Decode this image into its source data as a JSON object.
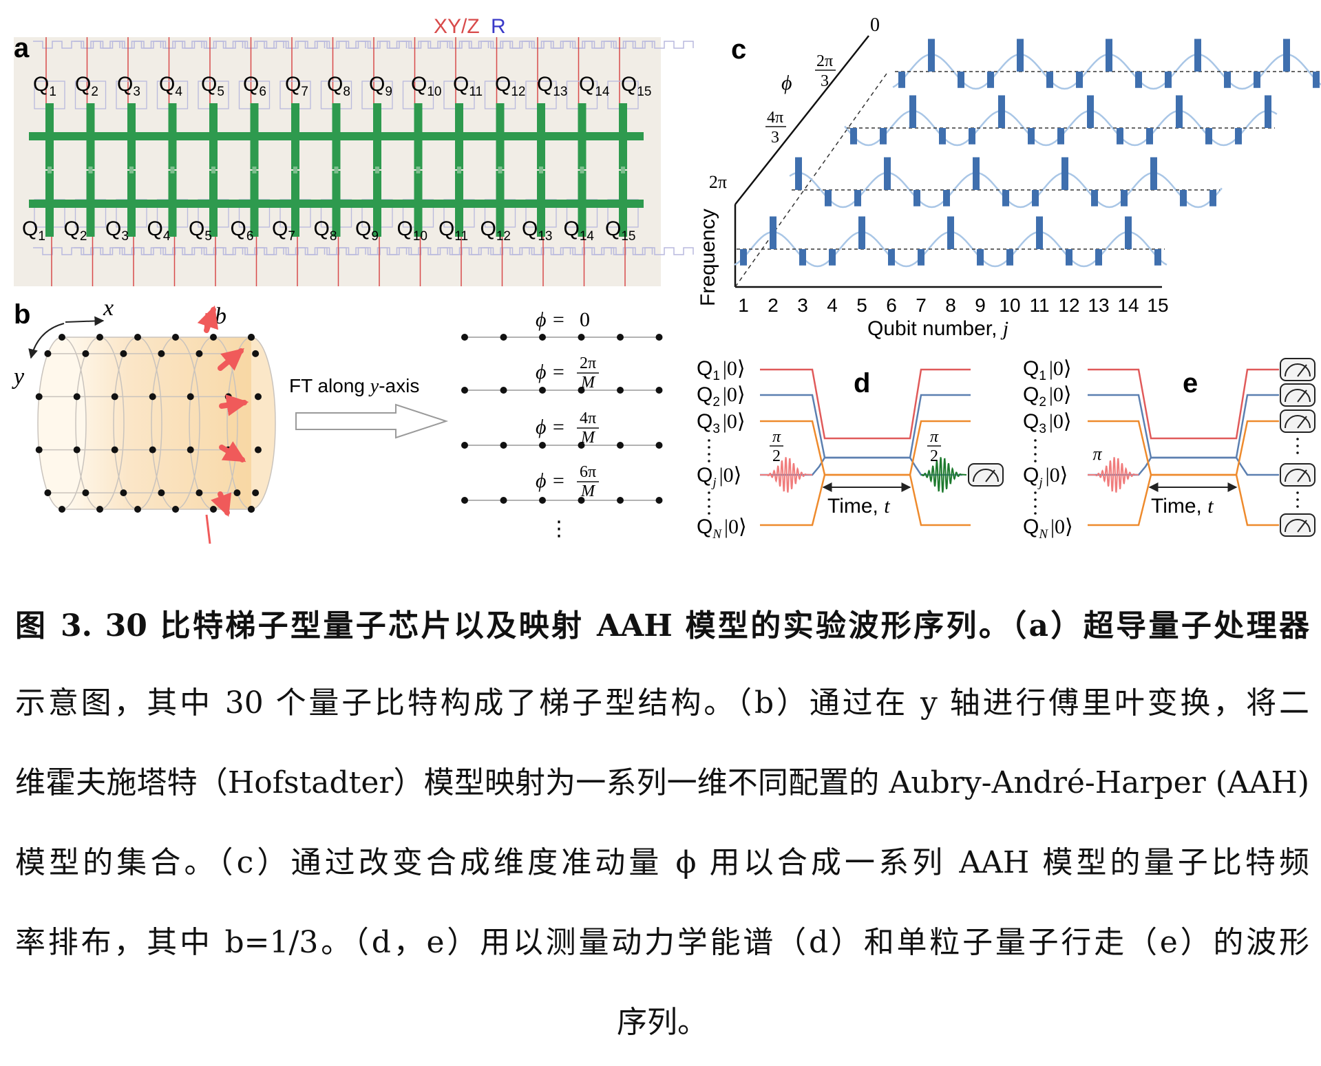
{
  "figure": {
    "panel_labels": {
      "a": "a",
      "b": "b",
      "c": "c",
      "d": "d",
      "e": "e"
    },
    "panel_a": {
      "line_legend": {
        "xyz": "XY/Z",
        "r": "R"
      },
      "qubit_prefix": "Q",
      "qubit_indices": [
        "1",
        "2",
        "3",
        "4",
        "5",
        "6",
        "7",
        "8",
        "9",
        "10",
        "11",
        "12",
        "13",
        "14",
        "15"
      ],
      "colors": {
        "cross": "#2e9a4e",
        "substrate": "#f1ede6",
        "xyz_line": "#d84a4a",
        "r_line": "#3a3ac8",
        "readout": "#b9b9dd"
      }
    },
    "panel_b": {
      "axis_x": "x",
      "axis_y": "y",
      "field_label": "b",
      "ft_label_prefix": "FT along ",
      "ft_label_var": "y",
      "ft_label_suffix": "-axis",
      "phi_rows": [
        {
          "lhs": "ϕ = ",
          "num": "0",
          "den": ""
        },
        {
          "lhs": "ϕ = ",
          "num": "2π",
          "den": "M"
        },
        {
          "lhs": "ϕ = ",
          "num": "4π",
          "den": "M"
        },
        {
          "lhs": "ϕ = ",
          "num": "6π",
          "den": "M"
        }
      ],
      "vdots": "⋮",
      "colors": {
        "cylinder": "#fbe3c0",
        "arrow": "#f05a5a"
      }
    },
    "panel_c": {
      "phi_axis_label": "ϕ",
      "phi_ticks": [
        {
          "num": "",
          "den": "",
          "text": "0"
        },
        {
          "num": "2π",
          "den": "3",
          "text": ""
        },
        {
          "num": "4π",
          "den": "3",
          "text": ""
        },
        {
          "num": "",
          "den": "",
          "text": "2π"
        }
      ],
      "y_label": "Frequency",
      "x_label_text": "Qubit number, ",
      "x_label_var": "j",
      "x_ticks": [
        "1",
        "2",
        "3",
        "4",
        "5",
        "6",
        "7",
        "8",
        "9",
        "10",
        "11",
        "12",
        "13",
        "14",
        "15"
      ],
      "colors": {
        "bar": "#3f6fae",
        "wave": "#a9c6e6",
        "dashed": "#333333"
      }
    },
    "panel_d": {
      "qubit_rows": [
        {
          "q": "Q",
          "sub": "1",
          "ket": "|0⟩"
        },
        {
          "q": "Q",
          "sub": "2",
          "ket": "|0⟩"
        },
        {
          "q": "Q",
          "sub": "3",
          "ket": "|0⟩"
        },
        {
          "q": "Q",
          "sub": "j",
          "ket": "|0⟩"
        },
        {
          "q": "Q",
          "sub": "N",
          "ket": "|0⟩"
        }
      ],
      "pulse_in": {
        "num": "π",
        "den": "2"
      },
      "pulse_out": {
        "num": "π",
        "den": "2"
      },
      "time_text": "Time, ",
      "time_var": "t",
      "colors": {
        "q1": "#e05a5a",
        "q2": "#5b7fb0",
        "q3": "#ee8a2c",
        "pulse_in": "#f07c7c",
        "pulse_out": "#1e7a2e"
      }
    },
    "panel_e": {
      "pulse_in": {
        "num": "π",
        "den": ""
      },
      "time_text": "Time, ",
      "time_var": "t"
    }
  },
  "caption": {
    "lines": [
      "图 3. 30 比特梯子型量子芯片以及映射 AAH 模型的实验波形序列。（a）超导量子处理器",
      "示意图，其中 30 个量子比特构成了梯子型结构。（b）通过在 y 轴进行傅里叶变换，将二",
      "维霍夫施塔特（Hofstadter）模型映射为一系列一维不同配置的 Aubry-André-Harper (AAH)",
      "模型的集合。（c）通过改变合成维度准动量 ϕ 用以合成一系列 AAH 模型的量子比特频",
      "率排布，其中 b=1/3。（d，e）用以测量动力学能谱（d）和单粒子量子行走（e）的波形",
      "序列。"
    ]
  }
}
